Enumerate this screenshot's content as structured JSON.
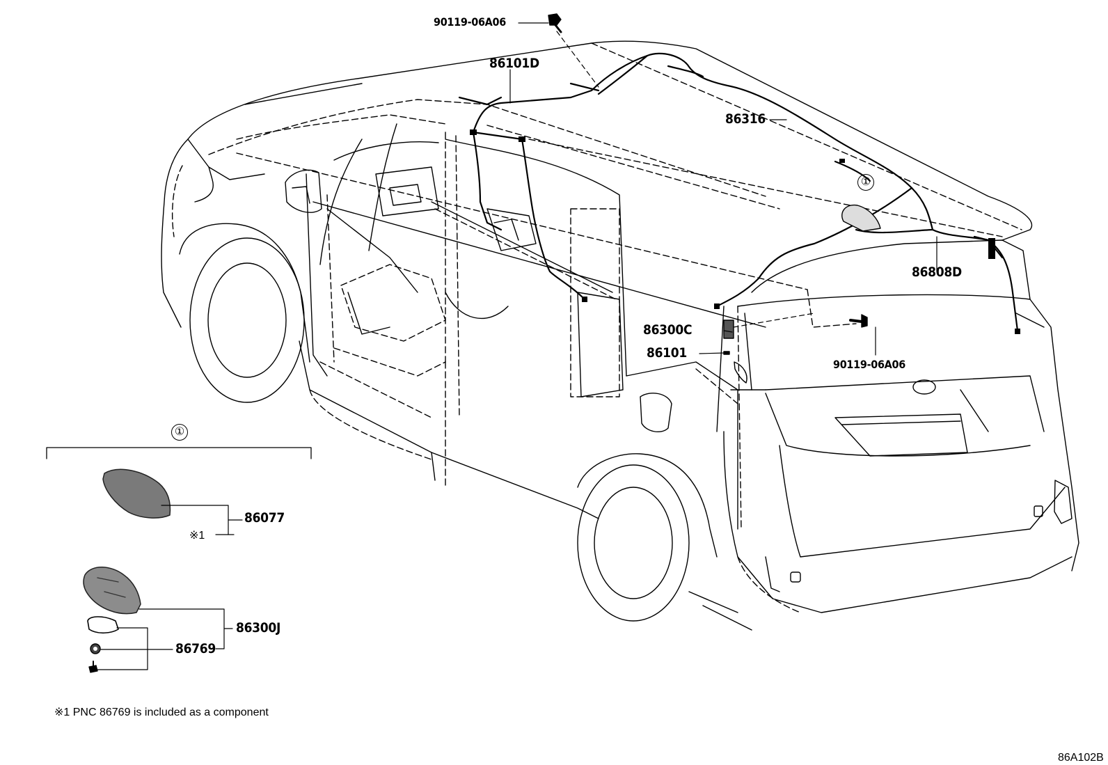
{
  "labels": {
    "bolt_top": "90119-06A06",
    "harness_front": "86101D",
    "harness_roof": "86316",
    "harness_rear": "86808D",
    "amp": "86300C",
    "cord": "86101",
    "bolt_rear": "90119-06A06",
    "antenna_cover": "86077",
    "antenna_assy": "86300J",
    "pad_set": "86769"
  },
  "callout": {
    "ref_mark": "①",
    "asterisk": "※1"
  },
  "footnote": "※1 PNC 86769 is included as a component",
  "diagram_code": "86A102B"
}
